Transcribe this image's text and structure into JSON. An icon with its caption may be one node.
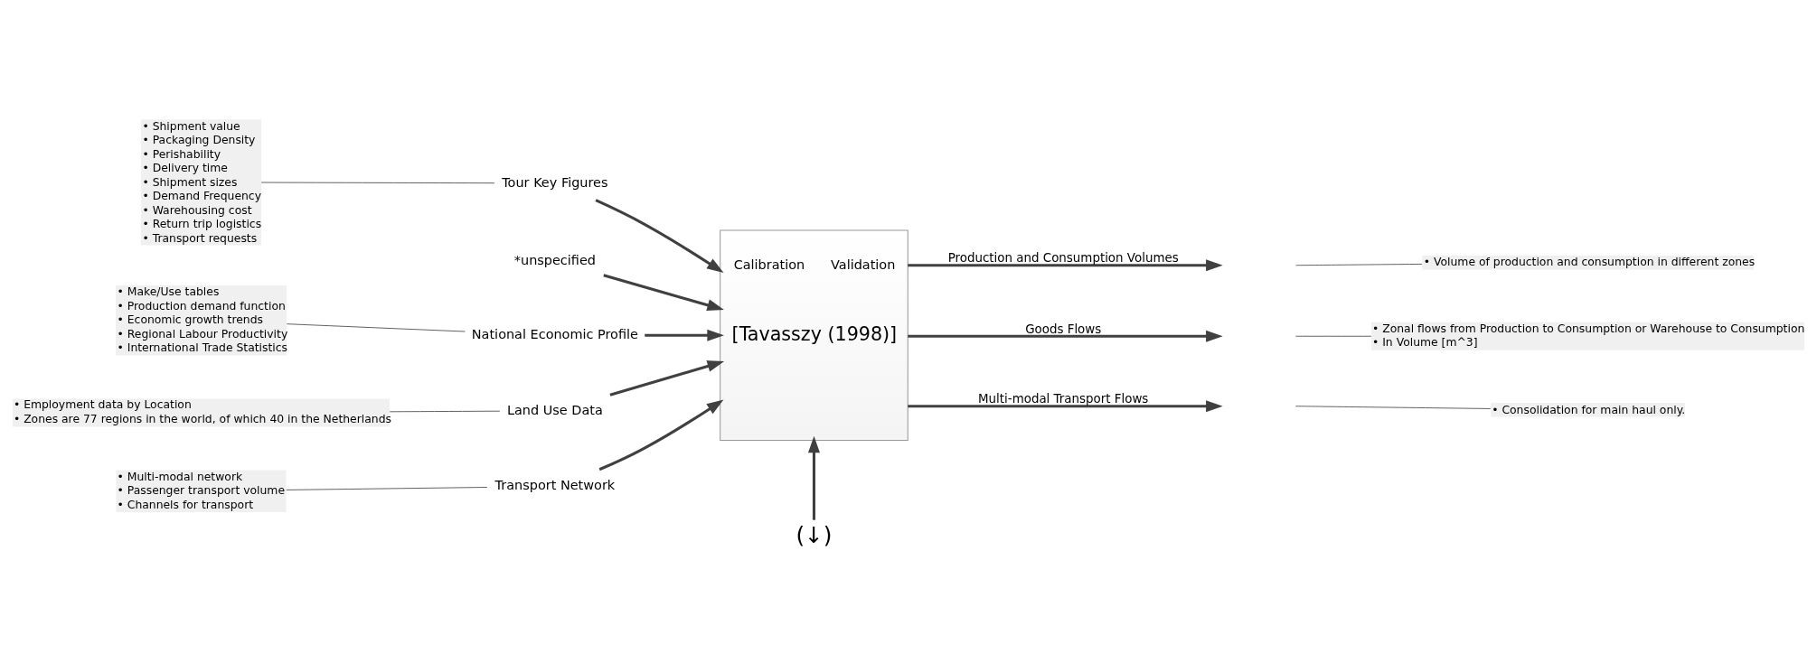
{
  "diagram": {
    "nodes": [
      {
        "text": [
          "• Shipment value",
          "• Packaging Density",
          "• Perishability",
          "• Delivery time",
          "• Shipment sizes",
          "• Demand Frequency",
          "• Warehousing cost",
          "• Return trip logistics",
          "• Transport requests"
        ]
      },
      {
        "text": [
          "• Make/Use tables",
          "• Production demand function",
          "• Economic growth trends",
          "• Regional Labour Productivity",
          "• International Trade Statistics"
        ]
      },
      {
        "text": [
          "• Employment data by Location",
          "• Zones are 77 regions in the world, of which 40 in the Netherlands"
        ]
      },
      {
        "text": [
          "• Multi-modal network",
          "• Passenger transport volume",
          "• Channels for transport"
        ]
      },
      {
        "text": [
          "*unspecified"
        ]
      },
      {
        "text": [
          "Tour Key Figures"
        ]
      },
      {
        "text": [
          "National Economic Profile"
        ]
      },
      {
        "text": [
          "Land Use Data"
        ]
      },
      {
        "text": [
          "Transport Network"
        ]
      },
      {
        "text": [
          "Calibration",
          "Validation",
          "[Tavasszy (1998)]"
        ]
      },
      {
        "text": [
          "• Volume of production and consumption in different zones"
        ]
      },
      {
        "text": [
          "• Zonal flows from Production to Consumption or Warehouse to Consumption",
          "• In Volume [m^3]"
        ]
      },
      {
        "text": [
          "• Consolidation for main haul only."
        ]
      },
      {
        "text": [
          "(↓)"
        ]
      }
    ],
    "edges": [
      {
        "from": 4,
        "to": 9,
        "arrow": "to"
      },
      {
        "from": 5,
        "to": 9,
        "arrow": "to"
      },
      {
        "from": 6,
        "to": 9,
        "arrow": "to"
      },
      {
        "from": 7,
        "to": 9,
        "arrow": "to"
      },
      {
        "from": 8,
        "to": 9,
        "arrow": "to"
      },
      {
        "from": 9,
        "to": null,
        "arrow": "to",
        "label": "Production and Consumption Volumes"
      },
      {
        "from": 9,
        "to": null,
        "arrow": "to",
        "label": "Goods Flows"
      },
      {
        "from": 9,
        "to": null,
        "arrow": "to",
        "label": "Multi-modal Transport Flows"
      },
      {
        "from": 13,
        "to": 9,
        "arrow": "to"
      },
      {
        "from": 0,
        "to": 5,
        "arrow": "none"
      },
      {
        "from": 1,
        "to": 6,
        "arrow": "none"
      },
      {
        "from": 2,
        "to": 7,
        "arrow": "none"
      },
      {
        "from": 3,
        "to": 8,
        "arrow": "none"
      },
      {
        "from": null,
        "to": 10,
        "arrow": "none"
      },
      {
        "from": null,
        "to": 11,
        "arrow": "none"
      },
      {
        "from": null,
        "to": 12,
        "arrow": "none"
      }
    ]
  }
}
